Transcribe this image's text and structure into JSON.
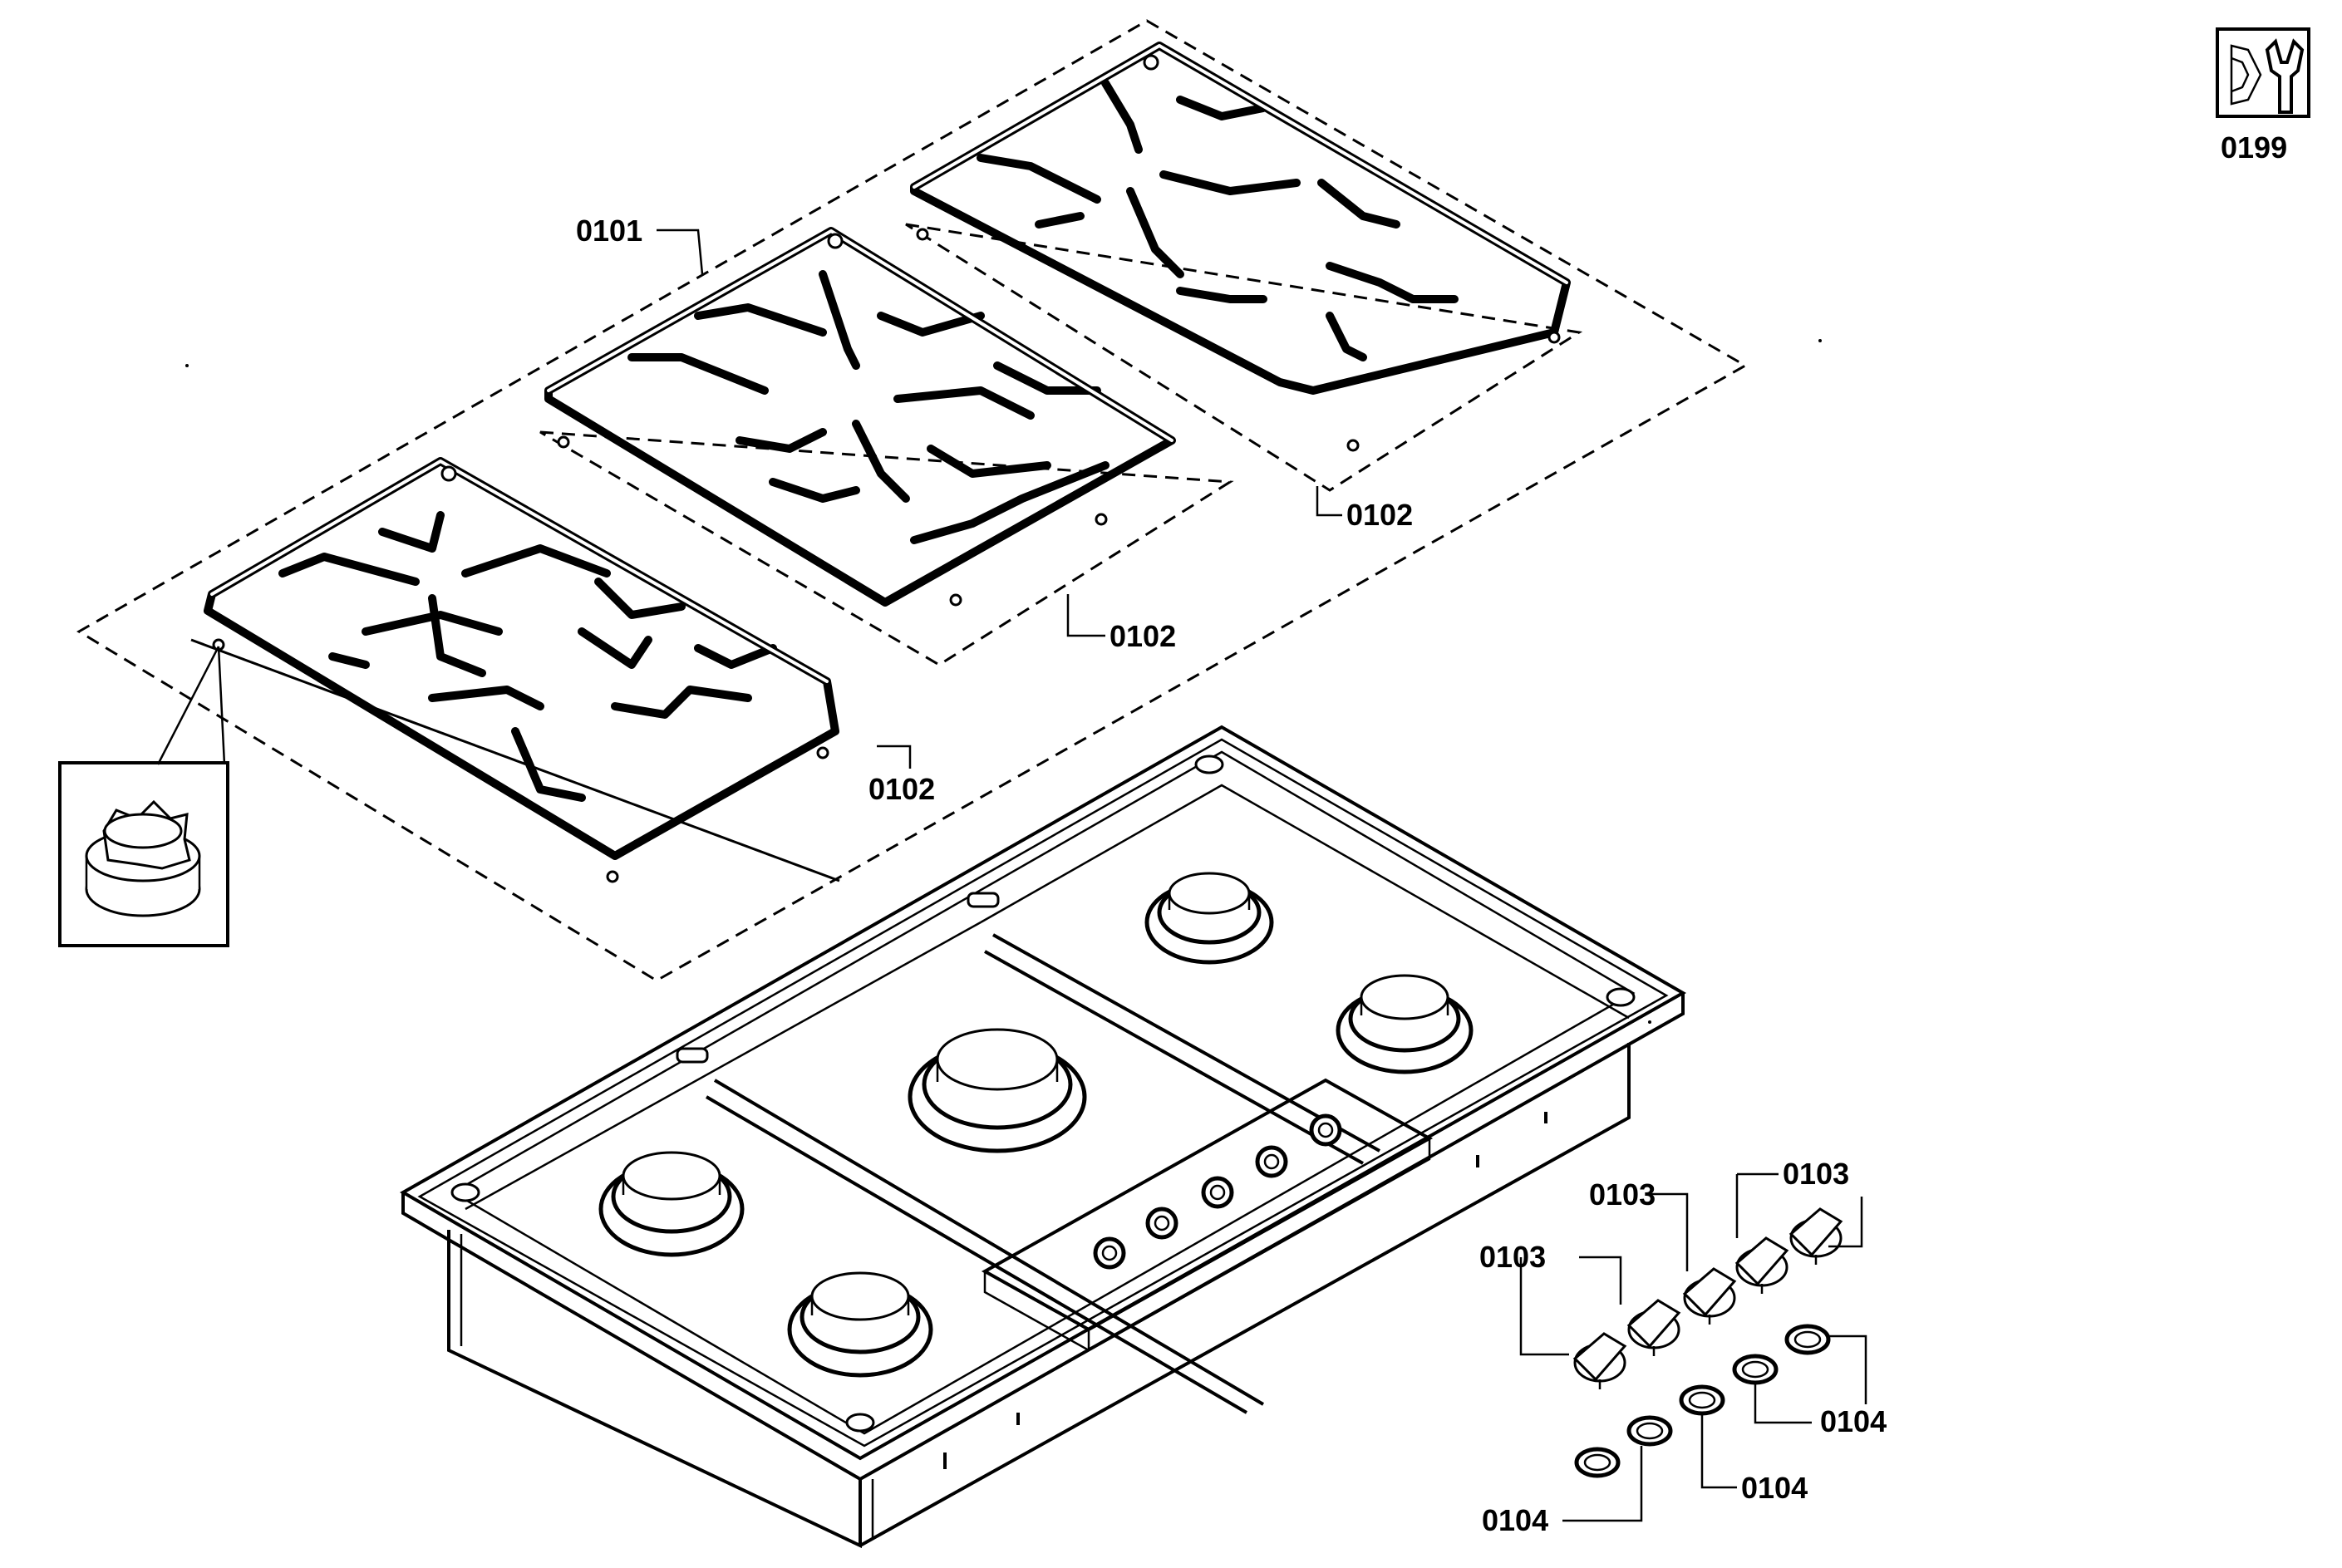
{
  "labels": {
    "grates": "0101",
    "foot_left": "0102",
    "foot_middle": "0102",
    "foot_right": "0102",
    "knob_1": "0103",
    "knob_2": "0103",
    "knob_3": "0103",
    "ring_1": "0104",
    "ring_2": "0104",
    "ring_3": "0104",
    "service_kit": "0199"
  },
  "icons": {
    "service_kit": "wrench-icon",
    "foot_detail": "rubber-foot-icon"
  }
}
